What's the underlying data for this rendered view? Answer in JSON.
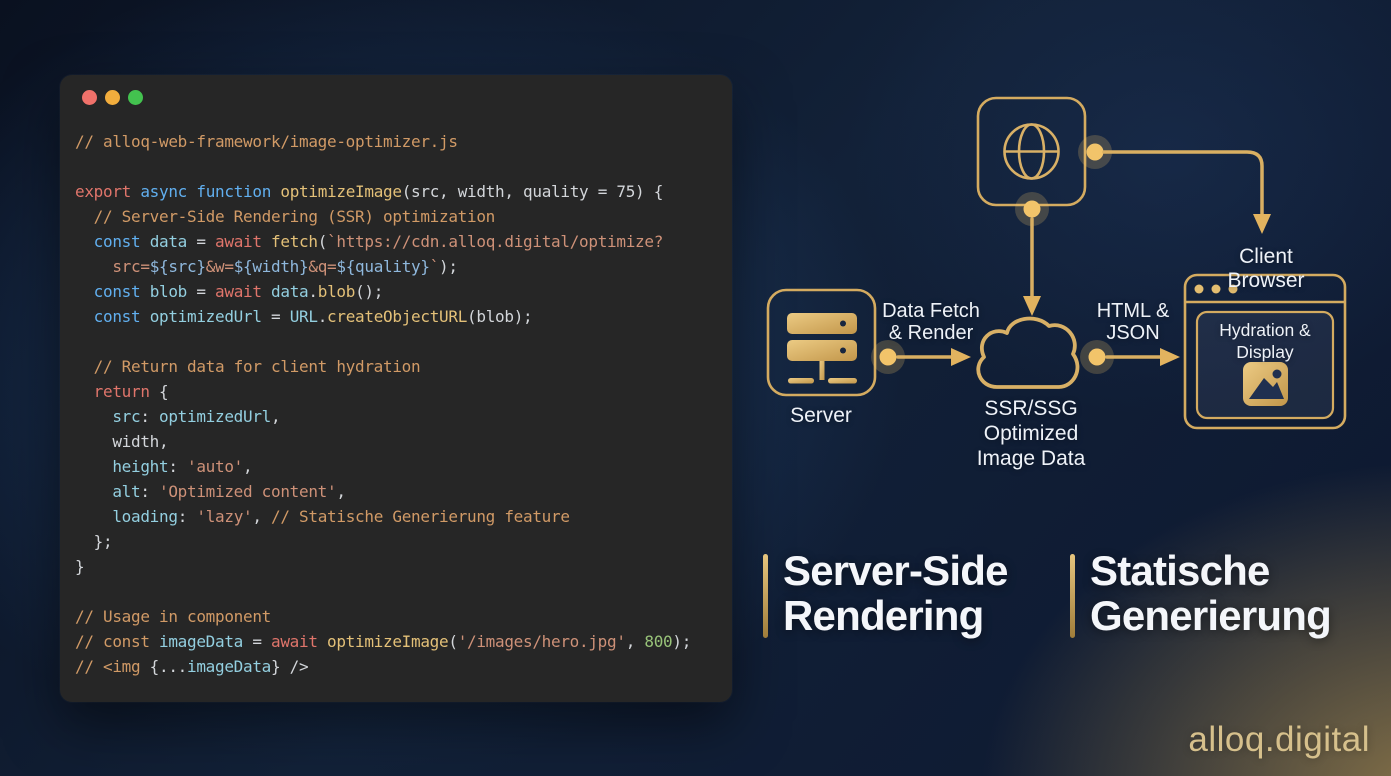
{
  "colors": {
    "background_navy": "#122138",
    "code_window_bg": "#262626",
    "gold_stroke": "#d4ab60",
    "gold_bright_dot": "#f2c46a",
    "heading_text": "#f4f6fa",
    "watermark_gold": "#d6c08c",
    "traffic_lights": {
      "close": "#f0716a",
      "minimize": "#f2ad3d",
      "zoom": "#43c24f"
    },
    "code_theme": {
      "comment": "#d19a66",
      "string": "#ce9178",
      "keyword_blue": "#61afef",
      "keyword_coral": "#e0756b",
      "function": "#e3c078",
      "variable": "#93cfe0",
      "number": "#98c379",
      "default": "#d3d6da"
    }
  },
  "code": {
    "lines": [
      [
        [
          "com",
          "// alloq-web-framework/image-optimizer.js"
        ]
      ],
      [],
      [
        [
          "kw2",
          "export"
        ],
        [
          "def",
          " "
        ],
        [
          "kw1",
          "async"
        ],
        [
          "def",
          " "
        ],
        [
          "kw1",
          "function"
        ],
        [
          "def",
          " "
        ],
        [
          "fn",
          "optimizeImage"
        ],
        [
          "def",
          "(src, width, quality = 75) {"
        ]
      ],
      [
        [
          "def",
          "  "
        ],
        [
          "com",
          "// Server-Side Rendering (SSR) optimization"
        ]
      ],
      [
        [
          "def",
          "  "
        ],
        [
          "kw1",
          "const"
        ],
        [
          "def",
          " "
        ],
        [
          "var",
          "data"
        ],
        [
          "def",
          " = "
        ],
        [
          "kw2",
          "await"
        ],
        [
          "def",
          " "
        ],
        [
          "fn",
          "fetch"
        ],
        [
          "def",
          "("
        ],
        [
          "str",
          "`https://cdn.alloq.digital/optimize?"
        ]
      ],
      [
        [
          "def",
          "    "
        ],
        [
          "str",
          "src="
        ],
        [
          "interp",
          "${src}"
        ],
        [
          "str",
          "&w="
        ],
        [
          "interp",
          "${width}"
        ],
        [
          "str",
          "&q="
        ],
        [
          "interp",
          "${quality}"
        ],
        [
          "str",
          "`"
        ],
        [
          "def",
          ");"
        ]
      ],
      [
        [
          "def",
          "  "
        ],
        [
          "kw1",
          "const"
        ],
        [
          "def",
          " "
        ],
        [
          "var",
          "blob"
        ],
        [
          "def",
          " = "
        ],
        [
          "kw2",
          "await"
        ],
        [
          "def",
          " "
        ],
        [
          "var",
          "data"
        ],
        [
          "def",
          "."
        ],
        [
          "fn",
          "blob"
        ],
        [
          "def",
          "();"
        ]
      ],
      [
        [
          "def",
          "  "
        ],
        [
          "kw1",
          "const"
        ],
        [
          "def",
          " "
        ],
        [
          "var",
          "optimizedUrl"
        ],
        [
          "def",
          " = "
        ],
        [
          "var",
          "URL"
        ],
        [
          "def",
          "."
        ],
        [
          "fn",
          "createObjectURL"
        ],
        [
          "def",
          "(blob);"
        ]
      ],
      [],
      [
        [
          "def",
          "  "
        ],
        [
          "com",
          "// Return data for client hydration"
        ]
      ],
      [
        [
          "def",
          "  "
        ],
        [
          "kw2",
          "return"
        ],
        [
          "def",
          " {"
        ]
      ],
      [
        [
          "def",
          "    "
        ],
        [
          "var",
          "src"
        ],
        [
          "def",
          ": "
        ],
        [
          "var",
          "optimizedUrl"
        ],
        [
          "def",
          ","
        ]
      ],
      [
        [
          "def",
          "    width,"
        ]
      ],
      [
        [
          "def",
          "    "
        ],
        [
          "var",
          "height"
        ],
        [
          "def",
          ": "
        ],
        [
          "str",
          "'auto'"
        ],
        [
          "def",
          ","
        ]
      ],
      [
        [
          "def",
          "    "
        ],
        [
          "var",
          "alt"
        ],
        [
          "def",
          ": "
        ],
        [
          "str",
          "'Optimized content'"
        ],
        [
          "def",
          ","
        ]
      ],
      [
        [
          "def",
          "    "
        ],
        [
          "var",
          "loading"
        ],
        [
          "def",
          ": "
        ],
        [
          "str",
          "'lazy'"
        ],
        [
          "def",
          ", "
        ],
        [
          "com",
          "// Statische Generierung feature"
        ]
      ],
      [
        [
          "def",
          "  };"
        ]
      ],
      [
        [
          "def",
          "}"
        ]
      ],
      [],
      [
        [
          "com",
          "// Usage in component"
        ]
      ],
      [
        [
          "com",
          "// const "
        ],
        [
          "var",
          "imageData"
        ],
        [
          "def",
          " = "
        ],
        [
          "kw2",
          "await"
        ],
        [
          "def",
          " "
        ],
        [
          "fn",
          "optimizeImage"
        ],
        [
          "def",
          "("
        ],
        [
          "str",
          "'/images/hero.jpg'"
        ],
        [
          "def",
          ", "
        ],
        [
          "num",
          "800"
        ],
        [
          "def",
          ");"
        ]
      ],
      [
        [
          "com",
          "// <img "
        ],
        [
          "def",
          "{..."
        ],
        [
          "var",
          "imageData"
        ],
        [
          "def",
          "} />"
        ]
      ]
    ]
  },
  "diagram": {
    "labels": {
      "client_browser": "Client Browser",
      "server": "Server",
      "cloud": "SSR/SSG\nOptimized\nImage Data",
      "edge_server_cloud": "Data Fetch\n& Render",
      "edge_cloud_browser": "HTML &\nJSON",
      "browser_panel": "Hydration &\nDisplay"
    },
    "icons": [
      "globe-icon",
      "server-icon",
      "cloud-icon",
      "browser-window-icon",
      "image-icon"
    ]
  },
  "headings": {
    "left": "Server-Side\nRendering",
    "right": "Statische\nGenerierung"
  },
  "watermark": "alloq.digital"
}
